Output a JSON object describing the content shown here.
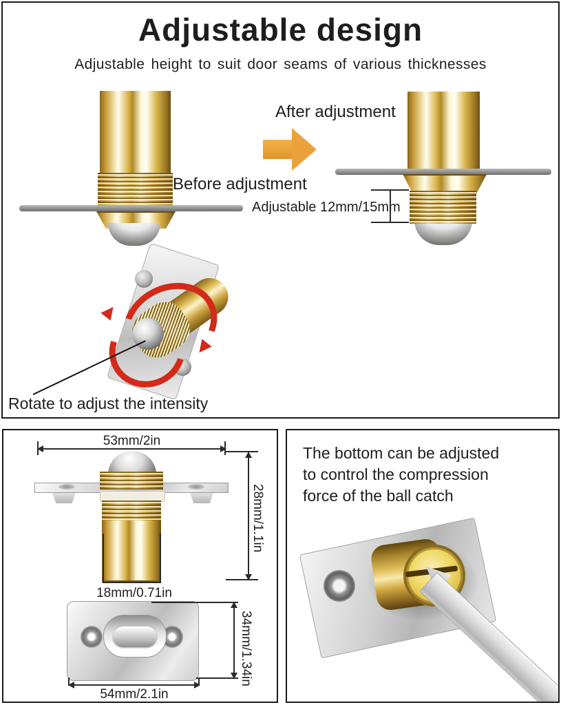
{
  "top_panel": {
    "title": "Adjustable design",
    "subtitle": "Adjustable height to suit door seams of various thicknesses",
    "after_label": "After adjustment",
    "before_label": "Before adjustment",
    "adjustable_label": "Adjustable 12mm/15mm",
    "rotate_label": "Rotate to adjust the intensity"
  },
  "bottom_left_panel": {
    "dim_top_width": "53mm/2in",
    "dim_side_height": "28mm/1.1in",
    "dim_barrel_width": "18mm/0.71in",
    "dim_plate_height": "34mm/1.34in",
    "dim_plate_width": "54mm/2.1in"
  },
  "bottom_right_panel": {
    "description_line1": "The bottom can be adjusted",
    "description_line2": "to control the compression",
    "description_line3": "force of the ball catch"
  },
  "colors": {
    "brass": "#d4a937",
    "chrome": "#c9c9c9",
    "door_seam_gray": "#8f8f8f",
    "arrow_orange": "#eca23c",
    "rotate_arrow_red": "#d32a1a",
    "panel_border": "#1a1a1a"
  }
}
